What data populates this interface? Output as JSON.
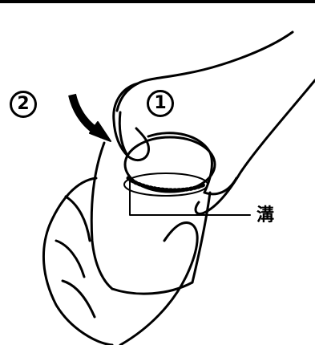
{
  "labels": {
    "step1": "1",
    "step2": "2",
    "groove": "溝"
  }
}
